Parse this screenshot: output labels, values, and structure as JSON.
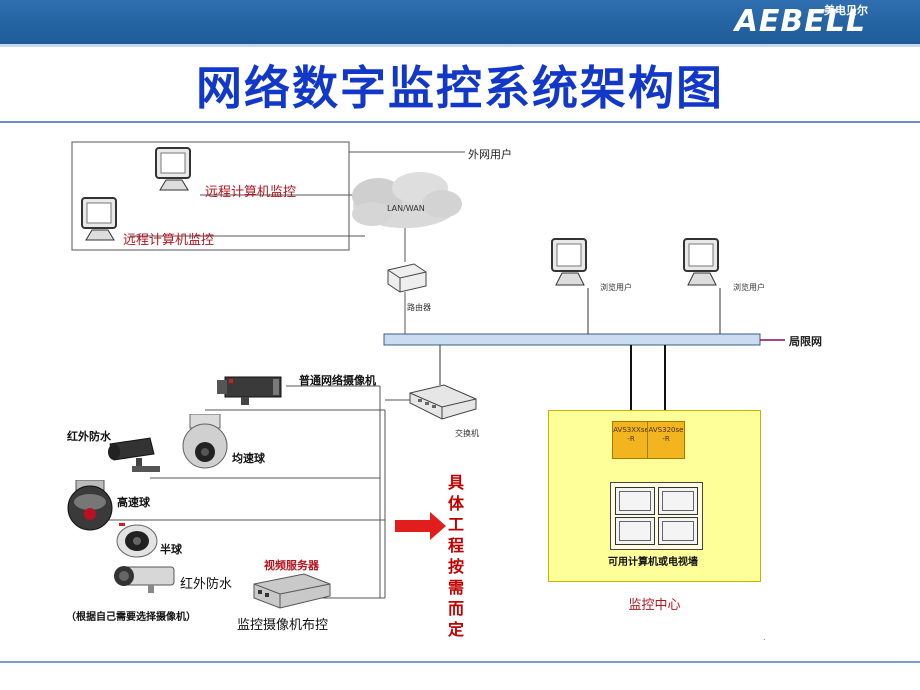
{
  "header": {
    "logo_latin": "AEBELL",
    "logo_cn": "美电贝尔"
  },
  "title": "网络数字监控系统架构图",
  "remote": {
    "monitor_1": "远程计算机监控",
    "monitor_2": "远程计算机监控",
    "cloud": "LAN/WAN",
    "external_users": "外网用户"
  },
  "network": {
    "router": "路由器",
    "lan": "局限网",
    "browser_1": "浏览用户",
    "browser_2": "浏览用户",
    "switch": "交换机"
  },
  "cameras": {
    "network_camera": "普通网络摄像机",
    "infrared_1": "红外防水",
    "uniform_dome": "均速球",
    "high_speed_dome": "高速球",
    "half_dome": "半球",
    "infrared_2": "红外防水",
    "note": "（根据自己需要选择摄像机）",
    "video_server": "视频服务器",
    "deploy_label": "监控摄像机布控"
  },
  "center": {
    "device_1": "AVS3XXse -R",
    "device_2": "AVS320se -R",
    "tv_wall": "可用计算机或电视墙",
    "title": "监控中心"
  },
  "side_note": [
    "具",
    "体",
    "工",
    "程",
    "按",
    "需",
    "而",
    "定"
  ],
  "colors": {
    "title": "#1238c9",
    "header_bar": "#2f6fb0",
    "center_fill": "#ffff99",
    "accent_red": "#b4141e"
  }
}
